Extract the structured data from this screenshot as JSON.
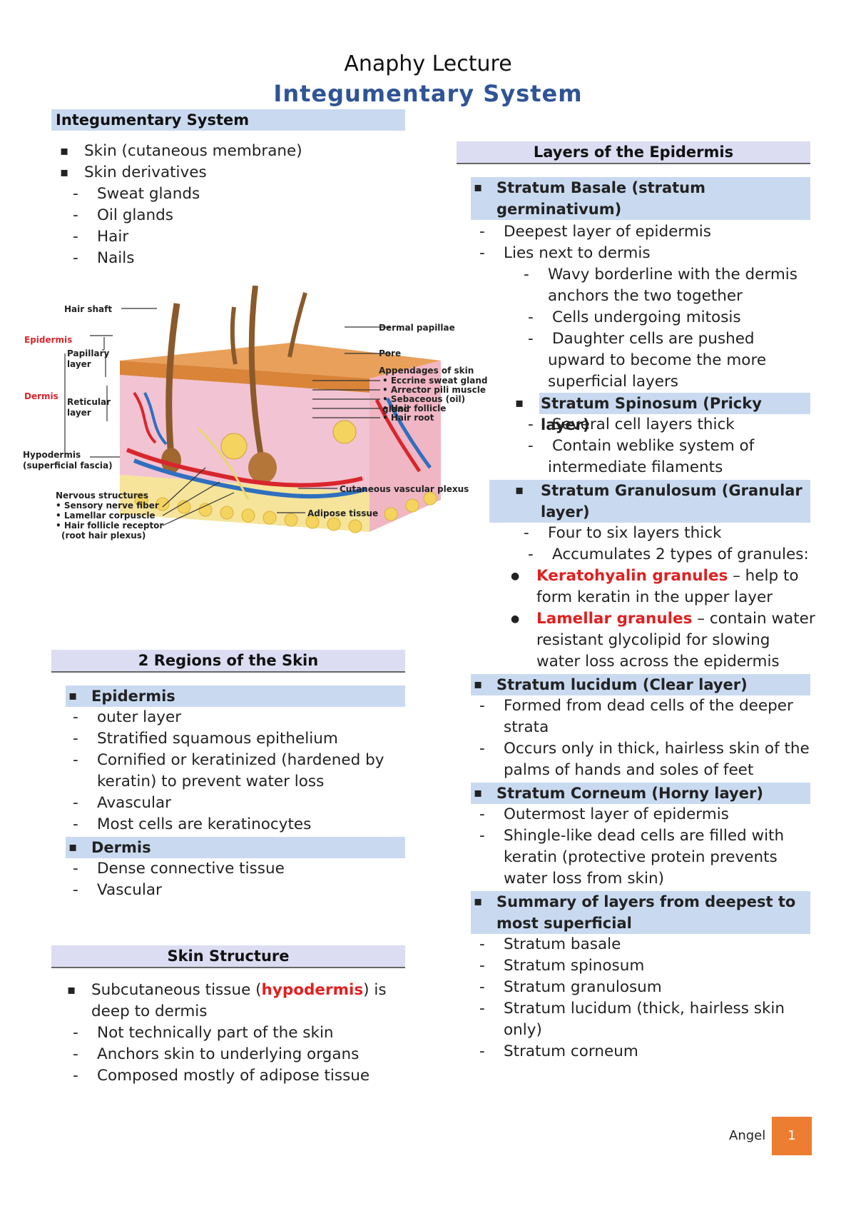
{
  "title": "Anaphy Lecture",
  "subtitle": "Integumentary System",
  "left": {
    "section1": {
      "header": "Integumentary System",
      "items": [
        "Skin (cutaneous membrane)",
        "Skin derivatives"
      ],
      "subitems": [
        "Sweat glands",
        "Oil glands",
        "Hair",
        "Nails"
      ]
    },
    "figure": {
      "labels": {
        "hair_shaft": "Hair shaft",
        "epidermis": "Epidermis",
        "papillary": "Papillary",
        "papillary2": "layer",
        "dermis": "Dermis",
        "reticular": "Reticular",
        "reticular2": "layer",
        "hypodermis": "Hypodermis",
        "hypodermis2": "(superficial fascia)",
        "nervous": "Nervous structures",
        "nerve1": "• Sensory nerve fiber",
        "nerve2": "• Lamellar corpuscle",
        "nerve3": "• Hair follicle receptor",
        "nerve4": "(root hair plexus)",
        "dermal_papillae": "Dermal papillae",
        "pore": "Pore",
        "appendages": "Appendages of skin",
        "app1": "• Eccrine sweat gland",
        "app2": "• Arrector pili muscle",
        "app3": "• Sebaceous (oil) gland",
        "app4": "• Hair follicle",
        "app5": "• Hair root",
        "plexus": "Cutaneous vascular plexus",
        "adipose": "Adipose tissue"
      }
    },
    "section2": {
      "header": "2 Regions of the Skin",
      "epidermis": "Epidermis",
      "epi_items": [
        "outer layer",
        "Stratified squamous epithelium",
        "Cornified or keratinized (hardened by",
        "keratin) to prevent water loss",
        "Avascular",
        "Most cells are keratinocytes"
      ],
      "dermis": "Dermis",
      "der_items": [
        "Dense connective tissue",
        "Vascular"
      ]
    },
    "section3": {
      "header": "Skin Structure",
      "sub_a": "Subcutaneous tissue (",
      "sub_red": "hypodermis",
      "sub_b": ") is",
      "sub_c": "deep to dermis",
      "items": [
        "Not technically part of the skin",
        "Anchors skin to underlying organs",
        "Composed mostly of adipose tissue"
      ]
    }
  },
  "right": {
    "header": "Layers of the Epidermis",
    "basale_1": "Stratum Basale (stratum",
    "basale_2": "germinativum)",
    "basale_items": [
      "Deepest layer of epidermis",
      "Lies next to dermis"
    ],
    "basale_sub": [
      "Wavy borderline with the dermis",
      "anchors the two together",
      "Cells undergoing mitosis",
      "Daughter cells are pushed",
      "upward to become the more",
      "superficial layers"
    ],
    "spinosum": "Stratum Spinosum (Pricky layer)",
    "spinosum_items": [
      "Several cell layers thick",
      "Contain weblike system of",
      "intermediate filaments"
    ],
    "granulosum_1": "Stratum Granulosum (Granular",
    "granulosum_2": "layer)",
    "granulosum_items": [
      "Four to six layers thick",
      "Accumulates 2 types of granules:"
    ],
    "kerato_red": "Keratohyalin granules",
    "kerato_rest": " – help to",
    "kerato_2": "form keratin in the upper layer",
    "lamellar_red": "Lamellar granules",
    "lamellar_rest": " – contain water",
    "lamellar_2": "resistant glycolipid for slowing",
    "lamellar_3": "water loss across the epidermis",
    "lucidum": "Stratum lucidum (Clear layer)",
    "lucidum_items": [
      "Formed from dead cells of the deeper",
      "strata",
      "Occurs only in thick, hairless skin of the",
      "palms of hands and soles of feet"
    ],
    "corneum": "Stratum Corneum (Horny layer)",
    "corneum_items": [
      "Outermost layer of epidermis",
      "Shingle-like dead cells are filled with",
      "keratin (protective protein prevents",
      "water loss from skin)"
    ],
    "summary_1": "Summary of layers from deepest to",
    "summary_2": "most superficial",
    "summary_items": [
      "Stratum basale",
      "Stratum spinosum",
      "Stratum granulosum",
      "Stratum lucidum (thick, hairless skin",
      "only)",
      "Stratum corneum"
    ]
  },
  "footer": {
    "name": "Angel",
    "page": "1"
  },
  "colors": {
    "header_bg": "#c9daf0",
    "section_bg": "#dcdcf2",
    "title_blue": "#2f5496",
    "red": "#e02020",
    "page_box": "#ed7d31"
  }
}
